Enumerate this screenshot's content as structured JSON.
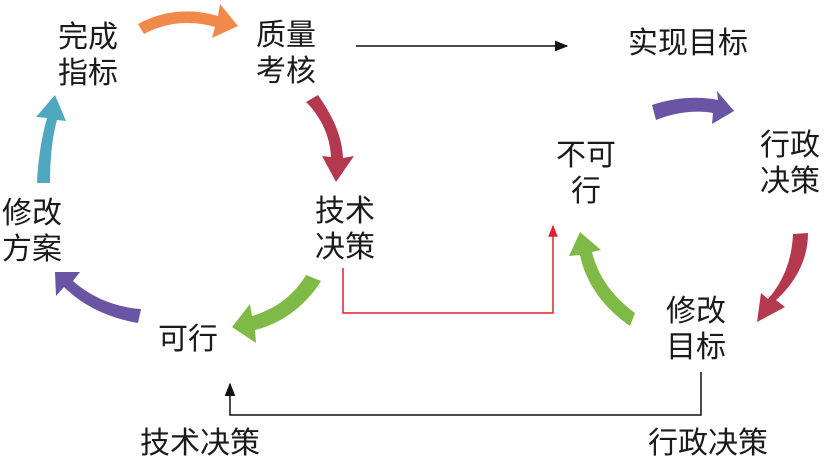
{
  "colors": {
    "orange": "#F0894A",
    "crimson": "#B5394E",
    "green": "#7FB946",
    "purple": "#6A55A5",
    "teal": "#4FA8C0",
    "red_line": "#E0202A",
    "black_line": "#111111"
  },
  "nodes": {
    "complete_goal": "完成\n指标",
    "quality_review": "质量\n考核",
    "achieve_goal": "实现目标",
    "technical_decision": "技术\n决策",
    "not_feasible": "不可\n行",
    "admin_decision": "行政\n决策",
    "revise_plan": "修改\n方案",
    "feasible": "可行",
    "revise_target": "修改\n目标"
  },
  "legend": {
    "left": "技术决策",
    "right": "行政决策"
  }
}
